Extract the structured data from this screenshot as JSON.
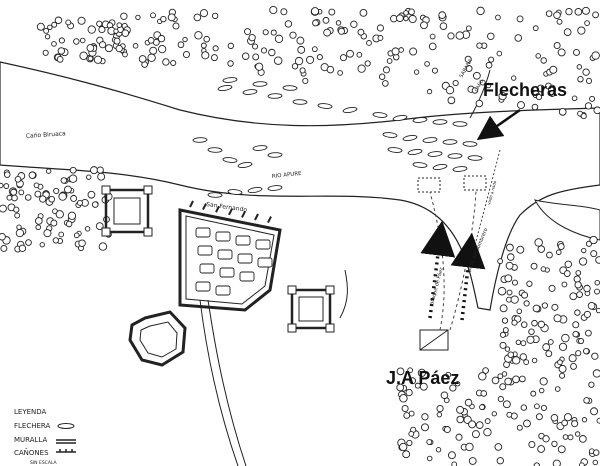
{
  "map": {
    "callouts": {
      "flecheras": "Flecheras",
      "paez": "J.A Páez"
    },
    "labels": {
      "cano_biruaca": "Caño Biruaca",
      "rio_apure": "RIO APURE",
      "san_fernando": "San Fernando",
      "sabana": "SABANA",
      "cano": "CAÑO",
      "ataque_paez": "ataque de Páez",
      "paso_sombrero": "paso del sombrero",
      "vado": "vado a nado"
    },
    "legend": {
      "title": "LEYENDA",
      "items": [
        {
          "label": "FLECHERA",
          "symbol": "flechera"
        },
        {
          "label": "MURALLA",
          "symbol": "muralla"
        },
        {
          "label": "CAÑONES",
          "symbol": "canones"
        }
      ],
      "note": "SIN ESCALA"
    },
    "colors": {
      "ink": "#222222",
      "background": "#ffffff"
    }
  }
}
